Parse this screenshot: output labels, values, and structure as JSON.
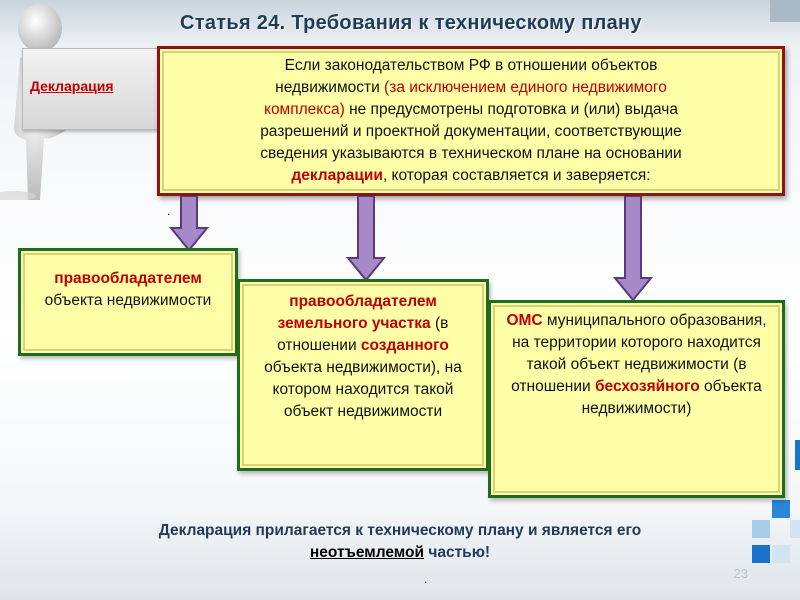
{
  "slide": {
    "title": "Статья 24.  Требования к техническому плану",
    "sign_label": "Декларация",
    "main_box": {
      "line1": "Если законодательством РФ в отношении объектов",
      "line2a": "недвижимости ",
      "line2b": "(за исключением единого недвижимого",
      "line3a": "комплекса)",
      "line3b": " не предусмотрены подготовка и (или) выдача",
      "line4": "разрешений и проектной документации, соответствующие",
      "line5": "сведения указываются в техническом плане на основании",
      "line6a": "декларации",
      "line6b": ", которая составляется и заверяется:"
    },
    "box1": {
      "highlight": "правообладателем",
      "text": "объекта недвижимости"
    },
    "box2": {
      "hl1": "правообладателем",
      "hl2": "земельного участка",
      "t1": " (в отношении ",
      "hl3": "созданного",
      "t2": " объекта недвижимости), на котором находится такой объект недвижимости"
    },
    "box3": {
      "hl1": "ОМС",
      "t1": " муниципального образования, на территории которого находится такой объект недвижимости (в отношении ",
      "hl2": "бесхозяйного",
      "t2": " объекта недвижимости)"
    },
    "footer": {
      "line1": "Декларация прилагается к техническому плану и является его",
      "underlined": "неотъемлемой",
      "line2_end": " частью!"
    },
    "page_number": "23",
    "dot_mark": ".",
    "colors": {
      "highlight": "#c00000",
      "box_fill": "#ffffa8",
      "arrow": "#a889c8",
      "title": "#1f3b57"
    }
  }
}
